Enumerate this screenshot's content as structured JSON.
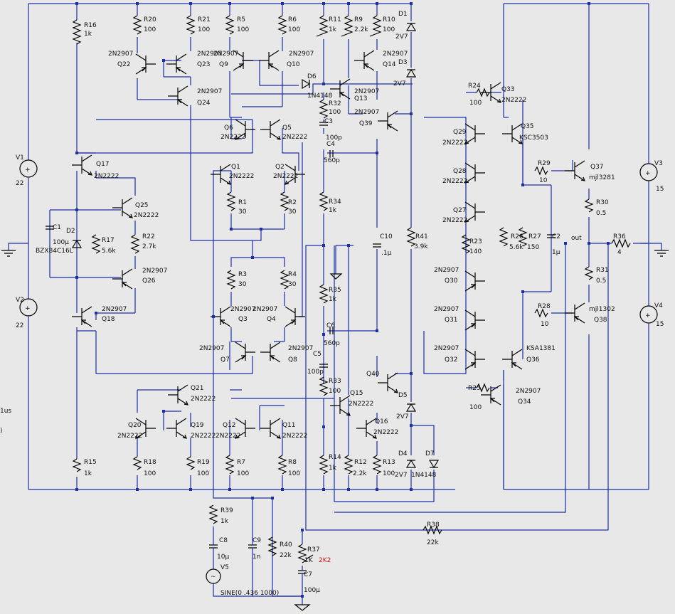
{
  "labels": [
    {
      "id": "R16",
      "t": "R16"
    },
    {
      "id": "R16v",
      "t": "1k"
    },
    {
      "id": "R20",
      "t": "R20"
    },
    {
      "id": "R20v",
      "t": "100"
    },
    {
      "id": "R21",
      "t": "R21"
    },
    {
      "id": "R21v",
      "t": "100"
    },
    {
      "id": "R5",
      "t": "R5"
    },
    {
      "id": "R5v",
      "t": "100"
    },
    {
      "id": "R6",
      "t": "R6"
    },
    {
      "id": "R6v",
      "t": "100"
    },
    {
      "id": "R11",
      "t": "R11"
    },
    {
      "id": "R11v",
      "t": "1k"
    },
    {
      "id": "R9",
      "t": "R9"
    },
    {
      "id": "R9v",
      "t": "2.2k"
    },
    {
      "id": "R10",
      "t": "R10"
    },
    {
      "id": "R10v",
      "t": "100"
    },
    {
      "id": "D1",
      "t": "D1"
    },
    {
      "id": "D1v",
      "t": "2V7"
    },
    {
      "id": "Q22m",
      "t": "2N2907"
    },
    {
      "id": "Q22",
      "t": "Q22"
    },
    {
      "id": "Q23m",
      "t": "2N2907"
    },
    {
      "id": "Q23",
      "t": "Q23"
    },
    {
      "id": "Q9m",
      "t": "2N2907"
    },
    {
      "id": "Q9",
      "t": "Q9"
    },
    {
      "id": "Q10m",
      "t": "2N2907"
    },
    {
      "id": "Q10",
      "t": "Q10"
    },
    {
      "id": "Q14m",
      "t": "2N2907"
    },
    {
      "id": "Q14",
      "t": "Q14"
    },
    {
      "id": "D3",
      "t": "D3"
    },
    {
      "id": "D3v",
      "t": "2V7"
    },
    {
      "id": "D6",
      "t": "D6"
    },
    {
      "id": "D6v",
      "t": "1N4148"
    },
    {
      "id": "Q24m",
      "t": "2N2907"
    },
    {
      "id": "Q24",
      "t": "Q24"
    },
    {
      "id": "Q13m",
      "t": "2N2907"
    },
    {
      "id": "Q13",
      "t": "Q13"
    },
    {
      "id": "R32",
      "t": "R32"
    },
    {
      "id": "R32v",
      "t": "100"
    },
    {
      "id": "Q39m",
      "t": "2N2907"
    },
    {
      "id": "Q39",
      "t": "Q39"
    },
    {
      "id": "C3",
      "t": "C3"
    },
    {
      "id": "C3v",
      "t": "100p"
    },
    {
      "id": "Q6",
      "t": "Q6"
    },
    {
      "id": "Q6m",
      "t": "2N2222"
    },
    {
      "id": "Q5",
      "t": "Q5"
    },
    {
      "id": "Q5m",
      "t": "2N2222"
    },
    {
      "id": "C4",
      "t": "C4"
    },
    {
      "id": "C4v",
      "t": "560p"
    },
    {
      "id": "V1",
      "t": "V1"
    },
    {
      "id": "V1v",
      "t": "22"
    },
    {
      "id": "Q17",
      "t": "Q17"
    },
    {
      "id": "Q17m",
      "t": "2N2222"
    },
    {
      "id": "Q1",
      "t": "Q1"
    },
    {
      "id": "Q1m",
      "t": "2N2222"
    },
    {
      "id": "Q2",
      "t": "Q2"
    },
    {
      "id": "Q2m",
      "t": "2N2222"
    },
    {
      "id": "R34",
      "t": "R34"
    },
    {
      "id": "R34v",
      "t": "1k"
    },
    {
      "id": "Q25",
      "t": "Q25"
    },
    {
      "id": "Q25m",
      "t": "2N2222"
    },
    {
      "id": "R1",
      "t": "R1"
    },
    {
      "id": "R1v",
      "t": "30"
    },
    {
      "id": "R2",
      "t": "R2"
    },
    {
      "id": "R2v",
      "t": "30"
    },
    {
      "id": "C1",
      "t": "C1"
    },
    {
      "id": "C1v",
      "t": "100µ"
    },
    {
      "id": "D2",
      "t": "D2"
    },
    {
      "id": "D2v",
      "t": "BZX84C16L"
    },
    {
      "id": "R17",
      "t": "R17"
    },
    {
      "id": "R17v",
      "t": "5.6k"
    },
    {
      "id": "R22",
      "t": "R22"
    },
    {
      "id": "R22v",
      "t": "2.7k"
    },
    {
      "id": "C10",
      "t": "C10"
    },
    {
      "id": "C10v",
      "t": ".1µ"
    },
    {
      "id": "R41",
      "t": "R41"
    },
    {
      "id": "R41v",
      "t": "3.9k"
    },
    {
      "id": "Q26m",
      "t": "2N2907"
    },
    {
      "id": "Q26",
      "t": "Q26"
    },
    {
      "id": "R3",
      "t": "R3"
    },
    {
      "id": "R3v",
      "t": "30"
    },
    {
      "id": "R4",
      "t": "R4"
    },
    {
      "id": "R4v",
      "t": "30"
    },
    {
      "id": "R35",
      "t": "R35"
    },
    {
      "id": "R35v",
      "t": "1k"
    },
    {
      "id": "V2",
      "t": "V2"
    },
    {
      "id": "V2v",
      "t": "22"
    },
    {
      "id": "Q18m",
      "t": "2N2907"
    },
    {
      "id": "Q18",
      "t": "Q18"
    },
    {
      "id": "Q3m",
      "t": "2N2907"
    },
    {
      "id": "Q3",
      "t": "Q3"
    },
    {
      "id": "Q4m",
      "t": "2N2907"
    },
    {
      "id": "Q4",
      "t": "Q4"
    },
    {
      "id": "C6",
      "t": "C6"
    },
    {
      "id": "C6v",
      "t": "560p"
    },
    {
      "id": "Q7m",
      "t": "2N2907"
    },
    {
      "id": "Q7",
      "t": "Q7"
    },
    {
      "id": "Q8m",
      "t": "2N2907"
    },
    {
      "id": "Q8",
      "t": "Q8"
    },
    {
      "id": "C5",
      "t": "C5"
    },
    {
      "id": "C5v",
      "t": "100p"
    },
    {
      "id": "Q40",
      "t": "Q40"
    },
    {
      "id": "R33",
      "t": "R33"
    },
    {
      "id": "R33v",
      "t": "100"
    },
    {
      "id": "Q21",
      "t": "Q21"
    },
    {
      "id": "Q21m",
      "t": "2N2222"
    },
    {
      "id": "Q15",
      "t": "Q15"
    },
    {
      "id": "Q15m",
      "t": "2N2222"
    },
    {
      "id": "D5",
      "t": "D5"
    },
    {
      "id": "D5v",
      "t": "2V7"
    },
    {
      "id": "Q20",
      "t": "Q20"
    },
    {
      "id": "Q20m",
      "t": "2N2222"
    },
    {
      "id": "Q19",
      "t": "Q19"
    },
    {
      "id": "Q19m",
      "t": "2N2222"
    },
    {
      "id": "Q12",
      "t": "Q12"
    },
    {
      "id": "Q12m",
      "t": "2N2222"
    },
    {
      "id": "Q11",
      "t": "Q11"
    },
    {
      "id": "Q11m",
      "t": "2N2222"
    },
    {
      "id": "Q16",
      "t": "Q16"
    },
    {
      "id": "Q16m",
      "t": "2N2222"
    },
    {
      "id": "D4",
      "t": "D4"
    },
    {
      "id": "D4v",
      "t": "2V7"
    },
    {
      "id": "D7",
      "t": "D7"
    },
    {
      "id": "D7v",
      "t": "1N4148"
    },
    {
      "id": "R15",
      "t": "R15"
    },
    {
      "id": "R15v",
      "t": "1k"
    },
    {
      "id": "R18",
      "t": "R18"
    },
    {
      "id": "R18v",
      "t": "100"
    },
    {
      "id": "R19",
      "t": "R19"
    },
    {
      "id": "R19v",
      "t": "100"
    },
    {
      "id": "R7",
      "t": "R7"
    },
    {
      "id": "R7v",
      "t": "100"
    },
    {
      "id": "R8",
      "t": "R8"
    },
    {
      "id": "R8v",
      "t": "100"
    },
    {
      "id": "R14",
      "t": "R14"
    },
    {
      "id": "R14v",
      "t": "1k"
    },
    {
      "id": "R12",
      "t": "R12"
    },
    {
      "id": "R12v",
      "t": "2.2k"
    },
    {
      "id": "R13",
      "t": "R13"
    },
    {
      "id": "R13v",
      "t": "100"
    },
    {
      "id": "R39",
      "t": "R39"
    },
    {
      "id": "R39v",
      "t": "1k"
    },
    {
      "id": "C8",
      "t": "C8"
    },
    {
      "id": "C8v",
      "t": "10µ"
    },
    {
      "id": "C9",
      "t": "C9"
    },
    {
      "id": "C9v",
      "t": "1n"
    },
    {
      "id": "R40",
      "t": "R40"
    },
    {
      "id": "R40v",
      "t": "22k"
    },
    {
      "id": "V5",
      "t": "V5"
    },
    {
      "id": "V5v",
      "t": "SINE(0 .436 1000)"
    },
    {
      "id": "R37",
      "t": "R37"
    },
    {
      "id": "R37v",
      "t": "1K"
    },
    {
      "id": "C7",
      "t": "C7"
    },
    {
      "id": "C7v",
      "t": "100µ"
    },
    {
      "id": "R38",
      "t": "R38"
    },
    {
      "id": "R38v",
      "t": "22k"
    },
    {
      "id": "R24",
      "t": "R24"
    },
    {
      "id": "R24v",
      "t": "100"
    },
    {
      "id": "Q33",
      "t": "Q33"
    },
    {
      "id": "Q33m",
      "t": "2N2222"
    },
    {
      "id": "Q29",
      "t": "Q29"
    },
    {
      "id": "Q29m",
      "t": "2N2222"
    },
    {
      "id": "Q35",
      "t": "Q35"
    },
    {
      "id": "Q35m",
      "t": "KSC3503"
    },
    {
      "id": "Q28",
      "t": "Q28"
    },
    {
      "id": "Q28m",
      "t": "2N2222"
    },
    {
      "id": "R29",
      "t": "R29"
    },
    {
      "id": "R29v",
      "t": "10"
    },
    {
      "id": "Q37",
      "t": "Q37"
    },
    {
      "id": "Q37m",
      "t": "mjl3281"
    },
    {
      "id": "V3",
      "t": "V3"
    },
    {
      "id": "V3v",
      "t": "15"
    },
    {
      "id": "Q27",
      "t": "Q27"
    },
    {
      "id": "Q27m",
      "t": "2N2222"
    },
    {
      "id": "R30",
      "t": "R30"
    },
    {
      "id": "R30v",
      "t": "0.5"
    },
    {
      "id": "R23",
      "t": "R23"
    },
    {
      "id": "R23v",
      "t": "140"
    },
    {
      "id": "R26",
      "t": "R26"
    },
    {
      "id": "R26v",
      "t": "5.6k"
    },
    {
      "id": "R27",
      "t": "R27"
    },
    {
      "id": "R27v",
      "t": "150"
    },
    {
      "id": "C2",
      "t": "C2"
    },
    {
      "id": "C2v",
      "t": "1µ"
    },
    {
      "id": "out",
      "t": "out"
    },
    {
      "id": "R36",
      "t": "R36"
    },
    {
      "id": "R36v",
      "t": "4"
    },
    {
      "id": "Q30m",
      "t": "2N2907"
    },
    {
      "id": "Q30",
      "t": "Q30"
    },
    {
      "id": "R31",
      "t": "R31"
    },
    {
      "id": "R31v",
      "t": "0.5"
    },
    {
      "id": "Q31m",
      "t": "2N2907"
    },
    {
      "id": "Q31",
      "t": "Q31"
    },
    {
      "id": "R28",
      "t": "R28"
    },
    {
      "id": "R28v",
      "t": "10"
    },
    {
      "id": "Q38m",
      "t": "mjl1302"
    },
    {
      "id": "Q38",
      "t": "Q38"
    },
    {
      "id": "V4",
      "t": "V4"
    },
    {
      "id": "V4v",
      "t": "15"
    },
    {
      "id": "Q32m",
      "t": "2N2907"
    },
    {
      "id": "Q32",
      "t": "Q32"
    },
    {
      "id": "Q36m",
      "t": "KSA1381"
    },
    {
      "id": "Q36",
      "t": "Q36"
    },
    {
      "id": "R25",
      "t": "R25"
    },
    {
      "id": "R25v",
      "t": "100"
    },
    {
      "id": "Q34m",
      "t": "2N2907"
    },
    {
      "id": "Q34",
      "t": "Q34"
    },
    {
      "id": "edge1",
      "t": "1us"
    },
    {
      "id": "edge2",
      "t": ")"
    }
  ],
  "annotation": "2K2"
}
